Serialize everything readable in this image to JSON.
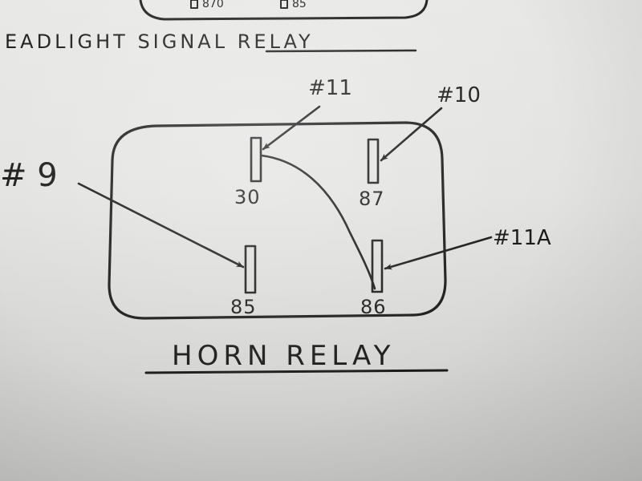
{
  "previous_section": {
    "title": "EADLIGHT SIGNAL RELAY",
    "partial_terminals": [
      "870",
      "85"
    ]
  },
  "horn_relay": {
    "title": "HORN RELAY",
    "terminals": {
      "t30": "30",
      "t87": "87",
      "t85": "85",
      "t86": "86"
    },
    "callouts": {
      "c11": "#11",
      "c10": "#10",
      "c9": "# 9",
      "c11a": "#11A"
    }
  },
  "colors": {
    "ink": "#1b1b1b",
    "paper": "#e6e6e4"
  }
}
